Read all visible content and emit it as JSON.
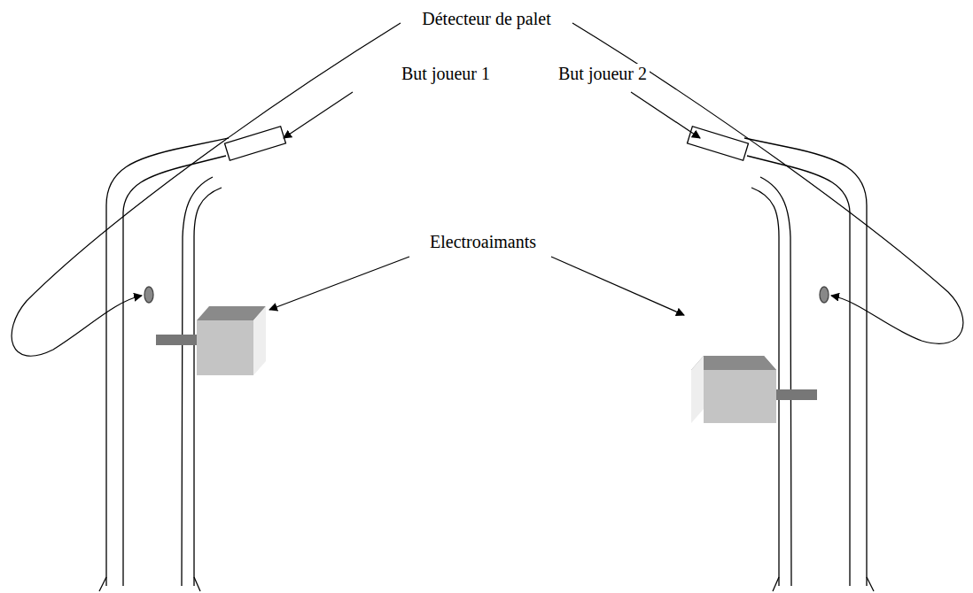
{
  "diagram": {
    "labels": [
      "Détecteur de palet",
      "But joueur 1",
      "But joueur 2",
      "Electroaimants"
    ]
  }
}
